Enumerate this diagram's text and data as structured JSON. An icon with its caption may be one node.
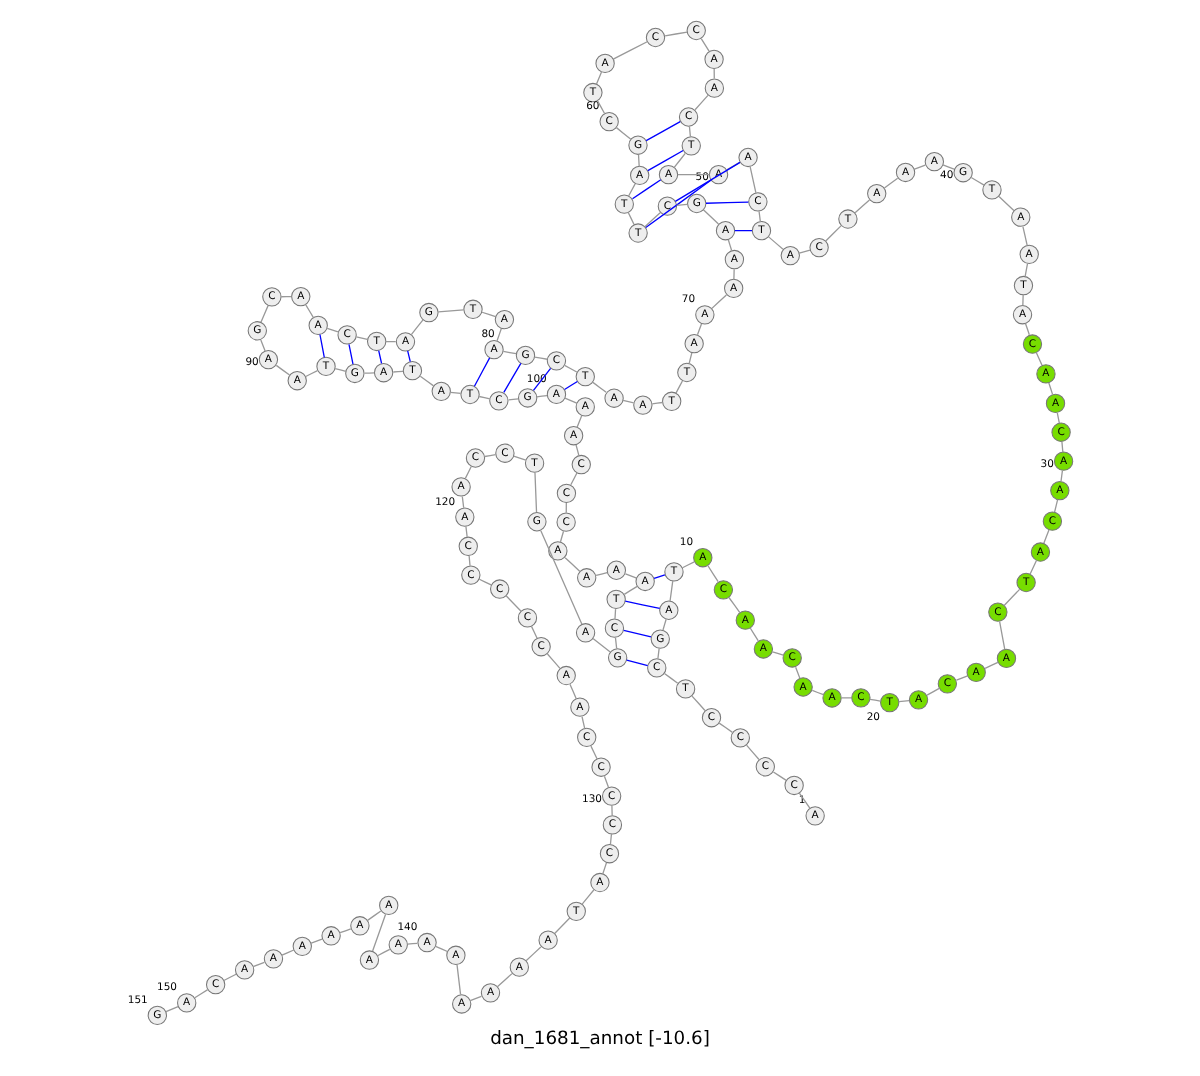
{
  "diagram": {
    "caption": "dan_1681_annot [-10.6]",
    "nodes": [
      {
        "text": [
          "A"
        ],
        "beside": [
          "1"
        ]
      },
      {
        "text": [
          "C"
        ]
      },
      {
        "text": [
          "C"
        ]
      },
      {
        "text": [
          "C"
        ]
      },
      {
        "text": [
          "C"
        ]
      },
      {
        "text": [
          "T"
        ]
      },
      {
        "text": [
          "C"
        ]
      },
      {
        "text": [
          "G"
        ]
      },
      {
        "text": [
          "A"
        ]
      },
      {
        "text": [
          "T"
        ]
      },
      {
        "text": [
          "A"
        ],
        "beside": [
          "10"
        ]
      },
      {
        "text": [
          "C"
        ]
      },
      {
        "text": [
          "A"
        ]
      },
      {
        "text": [
          "A"
        ]
      },
      {
        "text": [
          "C"
        ]
      },
      {
        "text": [
          "A"
        ]
      },
      {
        "text": [
          "A"
        ]
      },
      {
        "text": [
          "C"
        ]
      },
      {
        "text": [
          "T"
        ],
        "beside": [
          "20"
        ]
      },
      {
        "text": [
          "A"
        ]
      },
      {
        "text": [
          "C"
        ]
      },
      {
        "text": [
          "A"
        ]
      },
      {
        "text": [
          "A"
        ]
      },
      {
        "text": [
          "C"
        ]
      },
      {
        "text": [
          "T"
        ]
      },
      {
        "text": [
          "A"
        ]
      },
      {
        "text": [
          "C"
        ]
      },
      {
        "text": [
          "A"
        ]
      },
      {
        "text": [
          "A"
        ],
        "beside": [
          "30"
        ]
      },
      {
        "text": [
          "C"
        ]
      },
      {
        "text": [
          "A"
        ]
      },
      {
        "text": [
          "A"
        ]
      },
      {
        "text": [
          "C"
        ]
      },
      {
        "text": [
          "A"
        ]
      },
      {
        "text": [
          "T"
        ]
      },
      {
        "text": [
          "A"
        ]
      },
      {
        "text": [
          "A"
        ]
      },
      {
        "text": [
          "T"
        ]
      },
      {
        "text": [
          "G"
        ],
        "beside": [
          "40"
        ]
      },
      {
        "text": [
          "A"
        ]
      },
      {
        "text": [
          "A"
        ]
      },
      {
        "text": [
          "A"
        ]
      },
      {
        "text": [
          "T"
        ]
      },
      {
        "text": [
          "C"
        ]
      },
      {
        "text": [
          "A"
        ]
      },
      {
        "text": [
          "T"
        ]
      },
      {
        "text": [
          "C"
        ]
      },
      {
        "text": [
          "A"
        ]
      },
      {
        "text": [
          "A"
        ],
        "beside": [
          "50"
        ]
      },
      {
        "text": [
          "A"
        ]
      },
      {
        "text": [
          "T"
        ]
      },
      {
        "text": [
          "C"
        ]
      },
      {
        "text": [
          "A"
        ]
      },
      {
        "text": [
          "A"
        ]
      },
      {
        "text": [
          "C"
        ]
      },
      {
        "text": [
          "C"
        ]
      },
      {
        "text": [
          "A"
        ]
      },
      {
        "text": [
          "T"
        ]
      },
      {
        "text": [
          "C"
        ],
        "beside": [
          "60"
        ]
      },
      {
        "text": [
          "G"
        ]
      },
      {
        "text": [
          "A"
        ]
      },
      {
        "text": [
          "T"
        ]
      },
      {
        "text": [
          "T"
        ]
      },
      {
        "text": [
          "C"
        ]
      },
      {
        "text": [
          "G"
        ]
      },
      {
        "text": [
          "A"
        ]
      },
      {
        "text": [
          "A"
        ]
      },
      {
        "text": [
          "A"
        ]
      },
      {
        "text": [
          "A"
        ],
        "beside": [
          "70"
        ]
      },
      {
        "text": [
          "A"
        ]
      },
      {
        "text": [
          "T"
        ]
      },
      {
        "text": [
          "T"
        ]
      },
      {
        "text": [
          "A"
        ]
      },
      {
        "text": [
          "A"
        ]
      },
      {
        "text": [
          "T"
        ]
      },
      {
        "text": [
          "C"
        ]
      },
      {
        "text": [
          "G"
        ]
      },
      {
        "text": [
          "A"
        ]
      },
      {
        "text": [
          "A"
        ],
        "beside": [
          "80"
        ]
      },
      {
        "text": [
          "T"
        ]
      },
      {
        "text": [
          "G"
        ]
      },
      {
        "text": [
          "A"
        ]
      },
      {
        "text": [
          "T"
        ]
      },
      {
        "text": [
          "C"
        ]
      },
      {
        "text": [
          "A"
        ]
      },
      {
        "text": [
          "A"
        ]
      },
      {
        "text": [
          "C"
        ]
      },
      {
        "text": [
          "G"
        ]
      },
      {
        "text": [
          "A"
        ],
        "beside": [
          "90"
        ]
      },
      {
        "text": [
          "A"
        ]
      },
      {
        "text": [
          "T"
        ]
      },
      {
        "text": [
          "G"
        ]
      },
      {
        "text": [
          "A"
        ]
      },
      {
        "text": [
          "T"
        ]
      },
      {
        "text": [
          "A"
        ]
      },
      {
        "text": [
          "T"
        ]
      },
      {
        "text": [
          "C"
        ]
      },
      {
        "text": [
          "G"
        ]
      },
      {
        "text": [
          "A"
        ],
        "beside": [
          "100"
        ]
      },
      {
        "text": [
          "A"
        ]
      },
      {
        "text": [
          "A"
        ]
      },
      {
        "text": [
          "C"
        ]
      },
      {
        "text": [
          "C"
        ]
      },
      {
        "text": [
          "C"
        ]
      },
      {
        "text": [
          "A"
        ]
      },
      {
        "text": [
          "A"
        ]
      },
      {
        "text": [
          "A"
        ]
      },
      {
        "text": [
          "A"
        ]
      },
      {
        "text": [
          "T"
        ]
      },
      {
        "text": [
          "C"
        ]
      },
      {
        "text": [
          "G"
        ]
      },
      {
        "text": [
          "A"
        ]
      },
      {
        "text": [
          "G"
        ]
      },
      {
        "text": [
          "T"
        ]
      },
      {
        "text": [
          "C"
        ]
      },
      {
        "text": [
          "C"
        ]
      },
      {
        "text": [
          "A"
        ]
      },
      {
        "text": [
          "A"
        ],
        "beside": [
          "120"
        ]
      },
      {
        "text": [
          "C"
        ]
      },
      {
        "text": [
          "C"
        ]
      },
      {
        "text": [
          "C"
        ]
      },
      {
        "text": [
          "C"
        ]
      },
      {
        "text": [
          "C"
        ]
      },
      {
        "text": [
          "A"
        ]
      },
      {
        "text": [
          "A"
        ]
      },
      {
        "text": [
          "C"
        ]
      },
      {
        "text": [
          "C"
        ]
      },
      {
        "text": [
          "C"
        ],
        "beside": [
          "130"
        ]
      },
      {
        "text": [
          "C"
        ]
      },
      {
        "text": [
          "C"
        ]
      },
      {
        "text": [
          "A"
        ]
      },
      {
        "text": [
          "T"
        ]
      },
      {
        "text": [
          "A"
        ]
      },
      {
        "text": [
          "A"
        ]
      },
      {
        "text": [
          "A"
        ]
      },
      {
        "text": [
          "A"
        ]
      },
      {
        "text": [
          "A"
        ]
      },
      {
        "text": [
          "A"
        ],
        "beside": [
          "140"
        ]
      },
      {
        "text": [
          "A"
        ]
      },
      {
        "text": [
          "A"
        ]
      },
      {
        "text": [
          "A"
        ]
      },
      {
        "text": [
          "A"
        ]
      },
      {
        "text": [
          "A"
        ]
      },
      {
        "text": [
          "A"
        ]
      },
      {
        "text": [
          "A"
        ]
      },
      {
        "text": [
          "A"
        ]
      },
      {
        "text": [
          "C"
        ]
      },
      {
        "text": [
          "A"
        ],
        "beside": [
          "150"
        ]
      },
      {
        "text": [
          "G"
        ],
        "beside": [
          "151"
        ]
      }
    ],
    "edges": [
      {
        "from": 0,
        "to": 1,
        "arrow": "none"
      },
      {
        "from": 1,
        "to": 2,
        "arrow": "none"
      },
      {
        "from": 2,
        "to": 3,
        "arrow": "none"
      },
      {
        "from": 3,
        "to": 4,
        "arrow": "none"
      },
      {
        "from": 4,
        "to": 5,
        "arrow": "none"
      },
      {
        "from": 5,
        "to": 6,
        "arrow": "none"
      },
      {
        "from": 6,
        "to": 7,
        "arrow": "none"
      },
      {
        "from": 7,
        "to": 8,
        "arrow": "none"
      },
      {
        "from": 8,
        "to": 9,
        "arrow": "none"
      },
      {
        "from": 9,
        "to": 10,
        "arrow": "none"
      },
      {
        "from": 10,
        "to": 11,
        "arrow": "none"
      },
      {
        "from": 11,
        "to": 12,
        "arrow": "none"
      },
      {
        "from": 12,
        "to": 13,
        "arrow": "none"
      },
      {
        "from": 13,
        "to": 14,
        "arrow": "none"
      },
      {
        "from": 14,
        "to": 15,
        "arrow": "none"
      },
      {
        "from": 15,
        "to": 16,
        "arrow": "none"
      },
      {
        "from": 16,
        "to": 17,
        "arrow": "none"
      },
      {
        "from": 17,
        "to": 18,
        "arrow": "none"
      },
      {
        "from": 18,
        "to": 19,
        "arrow": "none"
      },
      {
        "from": 19,
        "to": 20,
        "arrow": "none"
      },
      {
        "from": 20,
        "to": 21,
        "arrow": "none"
      },
      {
        "from": 21,
        "to": 22,
        "arrow": "none"
      },
      {
        "from": 22,
        "to": 23,
        "arrow": "none"
      },
      {
        "from": 23,
        "to": 24,
        "arrow": "none"
      },
      {
        "from": 24,
        "to": 25,
        "arrow": "none"
      },
      {
        "from": 25,
        "to": 26,
        "arrow": "none"
      },
      {
        "from": 26,
        "to": 27,
        "arrow": "none"
      },
      {
        "from": 27,
        "to": 28,
        "arrow": "none"
      },
      {
        "from": 28,
        "to": 29,
        "arrow": "none"
      },
      {
        "from": 29,
        "to": 30,
        "arrow": "none"
      },
      {
        "from": 30,
        "to": 31,
        "arrow": "none"
      },
      {
        "from": 31,
        "to": 32,
        "arrow": "none"
      },
      {
        "from": 32,
        "to": 33,
        "arrow": "none"
      },
      {
        "from": 33,
        "to": 34,
        "arrow": "none"
      },
      {
        "from": 34,
        "to": 35,
        "arrow": "none"
      },
      {
        "from": 35,
        "to": 36,
        "arrow": "none"
      },
      {
        "from": 36,
        "to": 37,
        "arrow": "none"
      },
      {
        "from": 37,
        "to": 38,
        "arrow": "none"
      },
      {
        "from": 38,
        "to": 39,
        "arrow": "none"
      },
      {
        "from": 39,
        "to": 40,
        "arrow": "none"
      },
      {
        "from": 40,
        "to": 41,
        "arrow": "none"
      },
      {
        "from": 41,
        "to": 42,
        "arrow": "none"
      },
      {
        "from": 42,
        "to": 43,
        "arrow": "none"
      },
      {
        "from": 43,
        "to": 44,
        "arrow": "none"
      },
      {
        "from": 44,
        "to": 45,
        "arrow": "none"
      },
      {
        "from": 45,
        "to": 46,
        "arrow": "none"
      },
      {
        "from": 46,
        "to": 47,
        "arrow": "none"
      },
      {
        "from": 47,
        "to": 48,
        "arrow": "none"
      },
      {
        "from": 48,
        "to": 49,
        "arrow": "none"
      },
      {
        "from": 49,
        "to": 50,
        "arrow": "none"
      },
      {
        "from": 50,
        "to": 51,
        "arrow": "none"
      },
      {
        "from": 51,
        "to": 52,
        "arrow": "none"
      },
      {
        "from": 52,
        "to": 53,
        "arrow": "none"
      },
      {
        "from": 53,
        "to": 54,
        "arrow": "none"
      },
      {
        "from": 54,
        "to": 55,
        "arrow": "none"
      },
      {
        "from": 55,
        "to": 56,
        "arrow": "none"
      },
      {
        "from": 56,
        "to": 57,
        "arrow": "none"
      },
      {
        "from": 57,
        "to": 58,
        "arrow": "none"
      },
      {
        "from": 58,
        "to": 59,
        "arrow": "none"
      },
      {
        "from": 59,
        "to": 60,
        "arrow": "none"
      },
      {
        "from": 60,
        "to": 61,
        "arrow": "none"
      },
      {
        "from": 61,
        "to": 62,
        "arrow": "none"
      },
      {
        "from": 62,
        "to": 63,
        "arrow": "none"
      },
      {
        "from": 63,
        "to": 64,
        "arrow": "none"
      },
      {
        "from": 64,
        "to": 65,
        "arrow": "none"
      },
      {
        "from": 65,
        "to": 66,
        "arrow": "none"
      },
      {
        "from": 66,
        "to": 67,
        "arrow": "none"
      },
      {
        "from": 67,
        "to": 68,
        "arrow": "none"
      },
      {
        "from": 68,
        "to": 69,
        "arrow": "none"
      },
      {
        "from": 69,
        "to": 70,
        "arrow": "none"
      },
      {
        "from": 70,
        "to": 71,
        "arrow": "none"
      },
      {
        "from": 71,
        "to": 72,
        "arrow": "none"
      },
      {
        "from": 72,
        "to": 73,
        "arrow": "none"
      },
      {
        "from": 73,
        "to": 74,
        "arrow": "none"
      },
      {
        "from": 74,
        "to": 75,
        "arrow": "none"
      },
      {
        "from": 75,
        "to": 76,
        "arrow": "none"
      },
      {
        "from": 76,
        "to": 77,
        "arrow": "none"
      },
      {
        "from": 77,
        "to": 78,
        "arrow": "none"
      },
      {
        "from": 78,
        "to": 79,
        "arrow": "none"
      },
      {
        "from": 79,
        "to": 80,
        "arrow": "none"
      },
      {
        "from": 80,
        "to": 81,
        "arrow": "none"
      },
      {
        "from": 81,
        "to": 82,
        "arrow": "none"
      },
      {
        "from": 82,
        "to": 83,
        "arrow": "none"
      },
      {
        "from": 83,
        "to": 84,
        "arrow": "none"
      },
      {
        "from": 84,
        "to": 85,
        "arrow": "none"
      },
      {
        "from": 85,
        "to": 86,
        "arrow": "none"
      },
      {
        "from": 86,
        "to": 87,
        "arrow": "none"
      },
      {
        "from": 87,
        "to": 88,
        "arrow": "none"
      },
      {
        "from": 88,
        "to": 89,
        "arrow": "none"
      },
      {
        "from": 89,
        "to": 90,
        "arrow": "none"
      },
      {
        "from": 90,
        "to": 91,
        "arrow": "none"
      },
      {
        "from": 91,
        "to": 92,
        "arrow": "none"
      },
      {
        "from": 92,
        "to": 93,
        "arrow": "none"
      },
      {
        "from": 93,
        "to": 94,
        "arrow": "none"
      },
      {
        "from": 94,
        "to": 95,
        "arrow": "none"
      },
      {
        "from": 95,
        "to": 96,
        "arrow": "none"
      },
      {
        "from": 96,
        "to": 97,
        "arrow": "none"
      },
      {
        "from": 97,
        "to": 98,
        "arrow": "none"
      },
      {
        "from": 98,
        "to": 99,
        "arrow": "none"
      },
      {
        "from": 99,
        "to": 100,
        "arrow": "none"
      },
      {
        "from": 100,
        "to": 101,
        "arrow": "none"
      },
      {
        "from": 101,
        "to": 102,
        "arrow": "none"
      },
      {
        "from": 102,
        "to": 103,
        "arrow": "none"
      },
      {
        "from": 103,
        "to": 104,
        "arrow": "none"
      },
      {
        "from": 104,
        "to": 105,
        "arrow": "none"
      },
      {
        "from": 105,
        "to": 106,
        "arrow": "none"
      },
      {
        "from": 106,
        "to": 107,
        "arrow": "none"
      },
      {
        "from": 107,
        "to": 108,
        "arrow": "none"
      },
      {
        "from": 108,
        "to": 109,
        "arrow": "none"
      },
      {
        "from": 109,
        "to": 110,
        "arrow": "none"
      },
      {
        "from": 110,
        "to": 111,
        "arrow": "none"
      },
      {
        "from": 111,
        "to": 112,
        "arrow": "none"
      },
      {
        "from": 112,
        "to": 113,
        "arrow": "none"
      },
      {
        "from": 113,
        "to": 114,
        "arrow": "none"
      },
      {
        "from": 114,
        "to": 115,
        "arrow": "none"
      },
      {
        "from": 115,
        "to": 116,
        "arrow": "none"
      },
      {
        "from": 116,
        "to": 117,
        "arrow": "none"
      },
      {
        "from": 117,
        "to": 118,
        "arrow": "none"
      },
      {
        "from": 118,
        "to": 119,
        "arrow": "none"
      },
      {
        "from": 119,
        "to": 120,
        "arrow": "none"
      },
      {
        "from": 120,
        "to": 121,
        "arrow": "none"
      },
      {
        "from": 121,
        "to": 122,
        "arrow": "none"
      },
      {
        "from": 122,
        "to": 123,
        "arrow": "none"
      },
      {
        "from": 123,
        "to": 124,
        "arrow": "none"
      },
      {
        "from": 124,
        "to": 125,
        "arrow": "none"
      },
      {
        "from": 125,
        "to": 126,
        "arrow": "none"
      },
      {
        "from": 126,
        "to": 127,
        "arrow": "none"
      },
      {
        "from": 127,
        "to": 128,
        "arrow": "none"
      },
      {
        "from": 128,
        "to": 129,
        "arrow": "none"
      },
      {
        "from": 129,
        "to": 130,
        "arrow": "none"
      },
      {
        "from": 130,
        "to": 131,
        "arrow": "none"
      },
      {
        "from": 131,
        "to": 132,
        "arrow": "none"
      },
      {
        "from": 132,
        "to": 133,
        "arrow": "none"
      },
      {
        "from": 133,
        "to": 134,
        "arrow": "none"
      },
      {
        "from": 134,
        "to": 135,
        "arrow": "none"
      },
      {
        "from": 135,
        "to": 136,
        "arrow": "none"
      },
      {
        "from": 136,
        "to": 137,
        "arrow": "none"
      },
      {
        "from": 137,
        "to": 138,
        "arrow": "none"
      },
      {
        "from": 138,
        "to": 139,
        "arrow": "none"
      },
      {
        "from": 139,
        "to": 140,
        "arrow": "none"
      },
      {
        "from": 140,
        "to": 141,
        "arrow": "none"
      },
      {
        "from": 141,
        "to": 142,
        "arrow": "none"
      },
      {
        "from": 142,
        "to": 143,
        "arrow": "none"
      },
      {
        "from": 143,
        "to": 144,
        "arrow": "none"
      },
      {
        "from": 144,
        "to": 145,
        "arrow": "none"
      },
      {
        "from": 145,
        "to": 146,
        "arrow": "none"
      },
      {
        "from": 146,
        "to": 147,
        "arrow": "none"
      },
      {
        "from": 147,
        "to": 148,
        "arrow": "none"
      },
      {
        "from": 6,
        "to": 110,
        "arrow": "none",
        "color": "#0000ff"
      },
      {
        "from": 7,
        "to": 109,
        "arrow": "none",
        "color": "#0000ff"
      },
      {
        "from": 8,
        "to": 108,
        "arrow": "none",
        "color": "#0000ff"
      },
      {
        "from": 9,
        "to": 107,
        "arrow": "none",
        "color": "#0000ff"
      },
      {
        "from": 45,
        "to": 65,
        "arrow": "none",
        "color": "#0000ff"
      },
      {
        "from": 46,
        "to": 64,
        "arrow": "none",
        "color": "#0000ff"
      },
      {
        "from": 47,
        "to": 63,
        "arrow": "none",
        "color": "#0000ff"
      },
      {
        "from": 48,
        "to": 62,
        "arrow": "none",
        "color": "#0000ff"
      },
      {
        "from": 49,
        "to": 61,
        "arrow": "none",
        "color": "#0000ff"
      },
      {
        "from": 50,
        "to": 60,
        "arrow": "none",
        "color": "#0000ff"
      },
      {
        "from": 51,
        "to": 59,
        "arrow": "none",
        "color": "#0000ff"
      },
      {
        "from": 74,
        "to": 98,
        "arrow": "none",
        "color": "#0000ff"
      },
      {
        "from": 75,
        "to": 97,
        "arrow": "none",
        "color": "#0000ff"
      },
      {
        "from": 76,
        "to": 96,
        "arrow": "none",
        "color": "#0000ff"
      },
      {
        "from": 77,
        "to": 95,
        "arrow": "none",
        "color": "#0000ff"
      },
      {
        "from": 81,
        "to": 93,
        "arrow": "none",
        "color": "#0000ff"
      },
      {
        "from": 82,
        "to": 92,
        "arrow": "none",
        "color": "#0000ff"
      },
      {
        "from": 83,
        "to": 91,
        "arrow": "none",
        "color": "#0000ff"
      },
      {
        "from": 84,
        "to": 90,
        "arrow": "none",
        "color": "#0000ff"
      }
    ]
  }
}
